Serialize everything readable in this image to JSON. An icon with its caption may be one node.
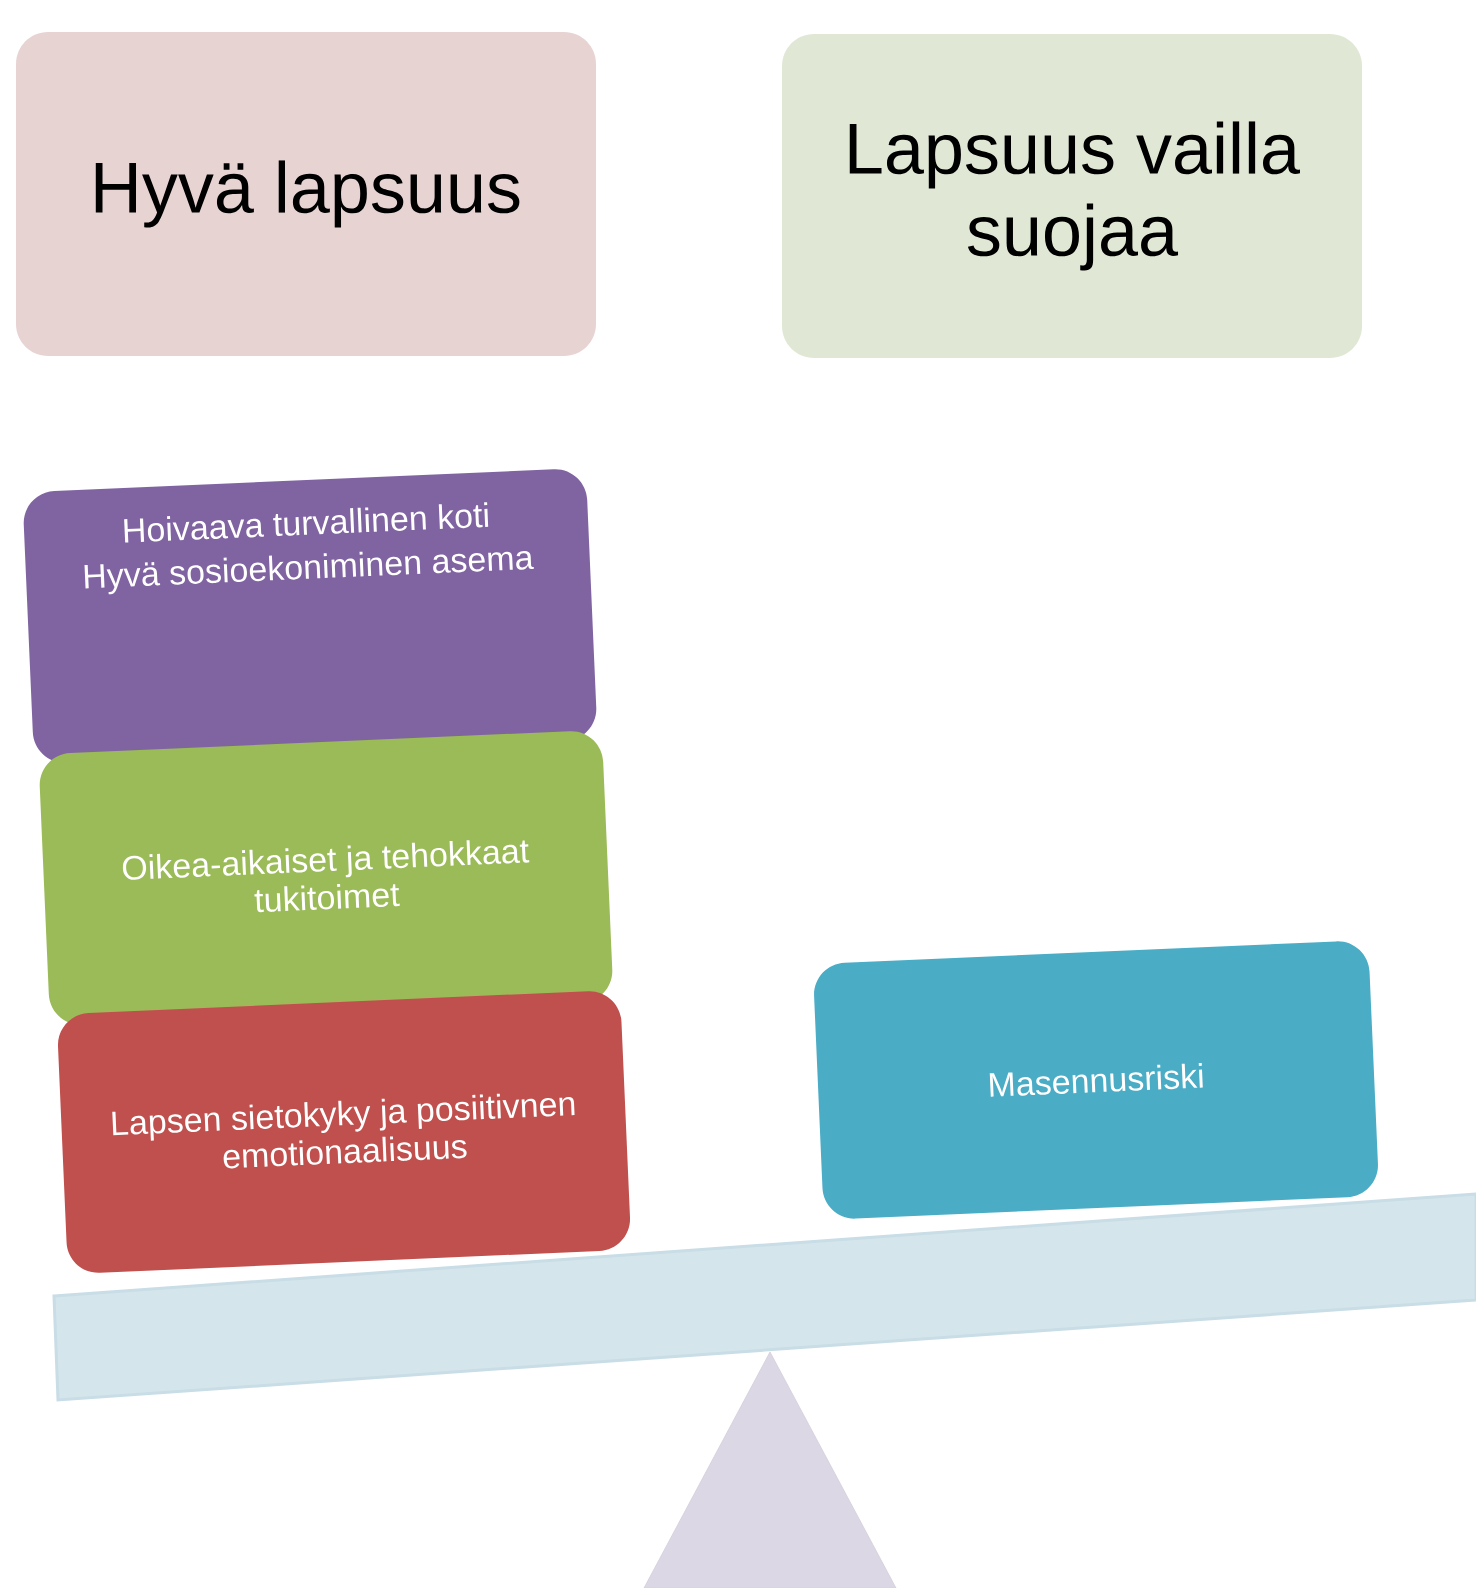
{
  "diagram": {
    "nodes": [
      {
        "text": [
          "Hyvä lapsuus"
        ]
      },
      {
        "text": [
          "Lapsuus vailla suojaa"
        ]
      },
      {
        "text": [
          "Hoivaava turvallinen koti",
          "Hyvä sosioekoniminen asema"
        ]
      },
      {
        "text": [
          "Oikea-aikaiset ja tehokkaat tukitoimet"
        ]
      },
      {
        "text": [
          "Lapsen sietokyky ja posiitivnen emotionaalisuus"
        ]
      },
      {
        "text": [
          "Masennusriski"
        ]
      }
    ]
  }
}
